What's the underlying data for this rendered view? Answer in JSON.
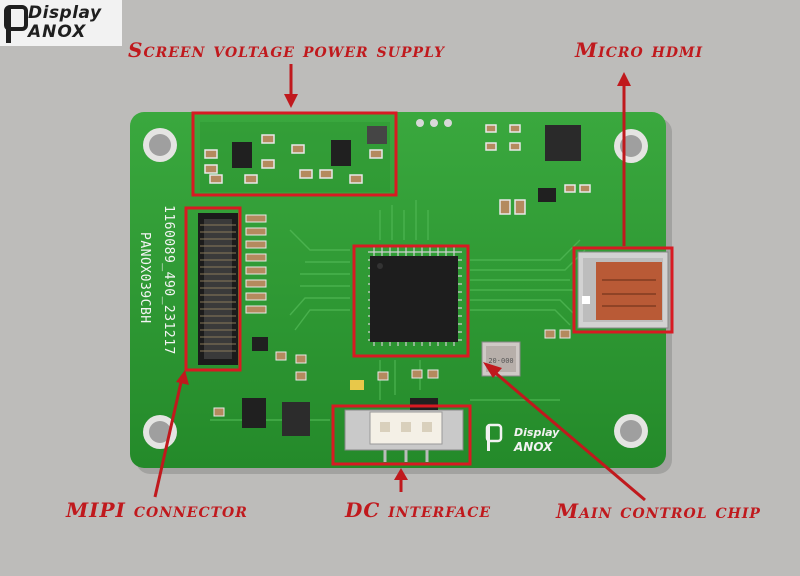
{
  "brand": {
    "line1": "Display",
    "line2": "ANOX",
    "monogram": "P"
  },
  "board": {
    "silk_part_number": "1160089_490_231217",
    "silk_model": "PANOX039CBH",
    "silk_logo_line1": "Display",
    "silk_logo_line2": "ANOX",
    "chip_marking": "20·000"
  },
  "callouts": {
    "power": "Screen voltage power supply",
    "hdmi": "Micro hdmi",
    "mipi": "MIPI connector",
    "dc": "DC interface",
    "chip": "Main control chip"
  },
  "colors": {
    "accent": "#c0191d",
    "pcb": "#2f9a34",
    "background": "#bdbcba"
  }
}
